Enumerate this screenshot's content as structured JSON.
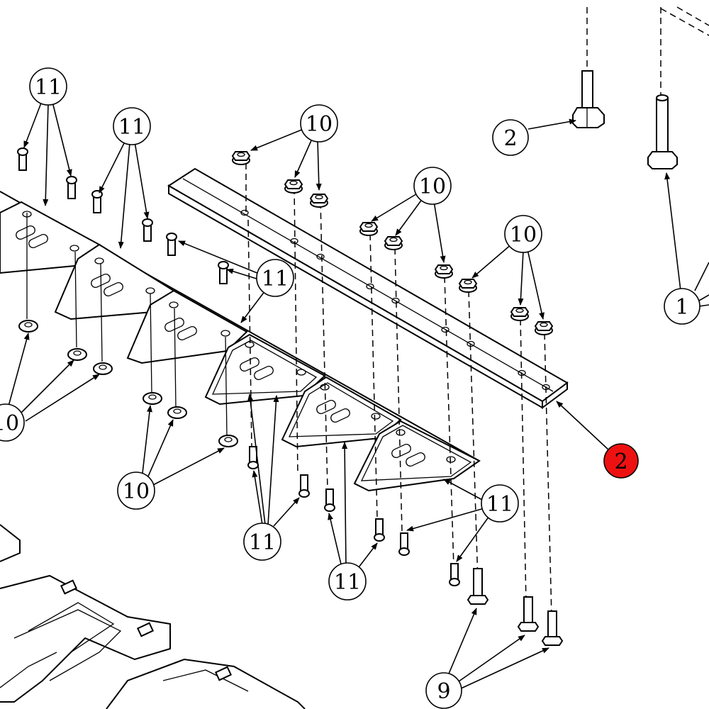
{
  "callouts": {
    "c11_a": "11",
    "c11_b": "11",
    "c11_c": "11",
    "c11_d": "11",
    "c11_e": "11",
    "c11_f": "11",
    "c10_a": "10",
    "c10_b": "10",
    "c10_c": "10",
    "c10_d": "10",
    "c10_e": "10",
    "c2": "2",
    "c2_highlight": "2",
    "c1": "1",
    "c9": "9"
  },
  "colors": {
    "highlight": "#ee1111",
    "line": "#000000",
    "background": "#ffffff"
  }
}
